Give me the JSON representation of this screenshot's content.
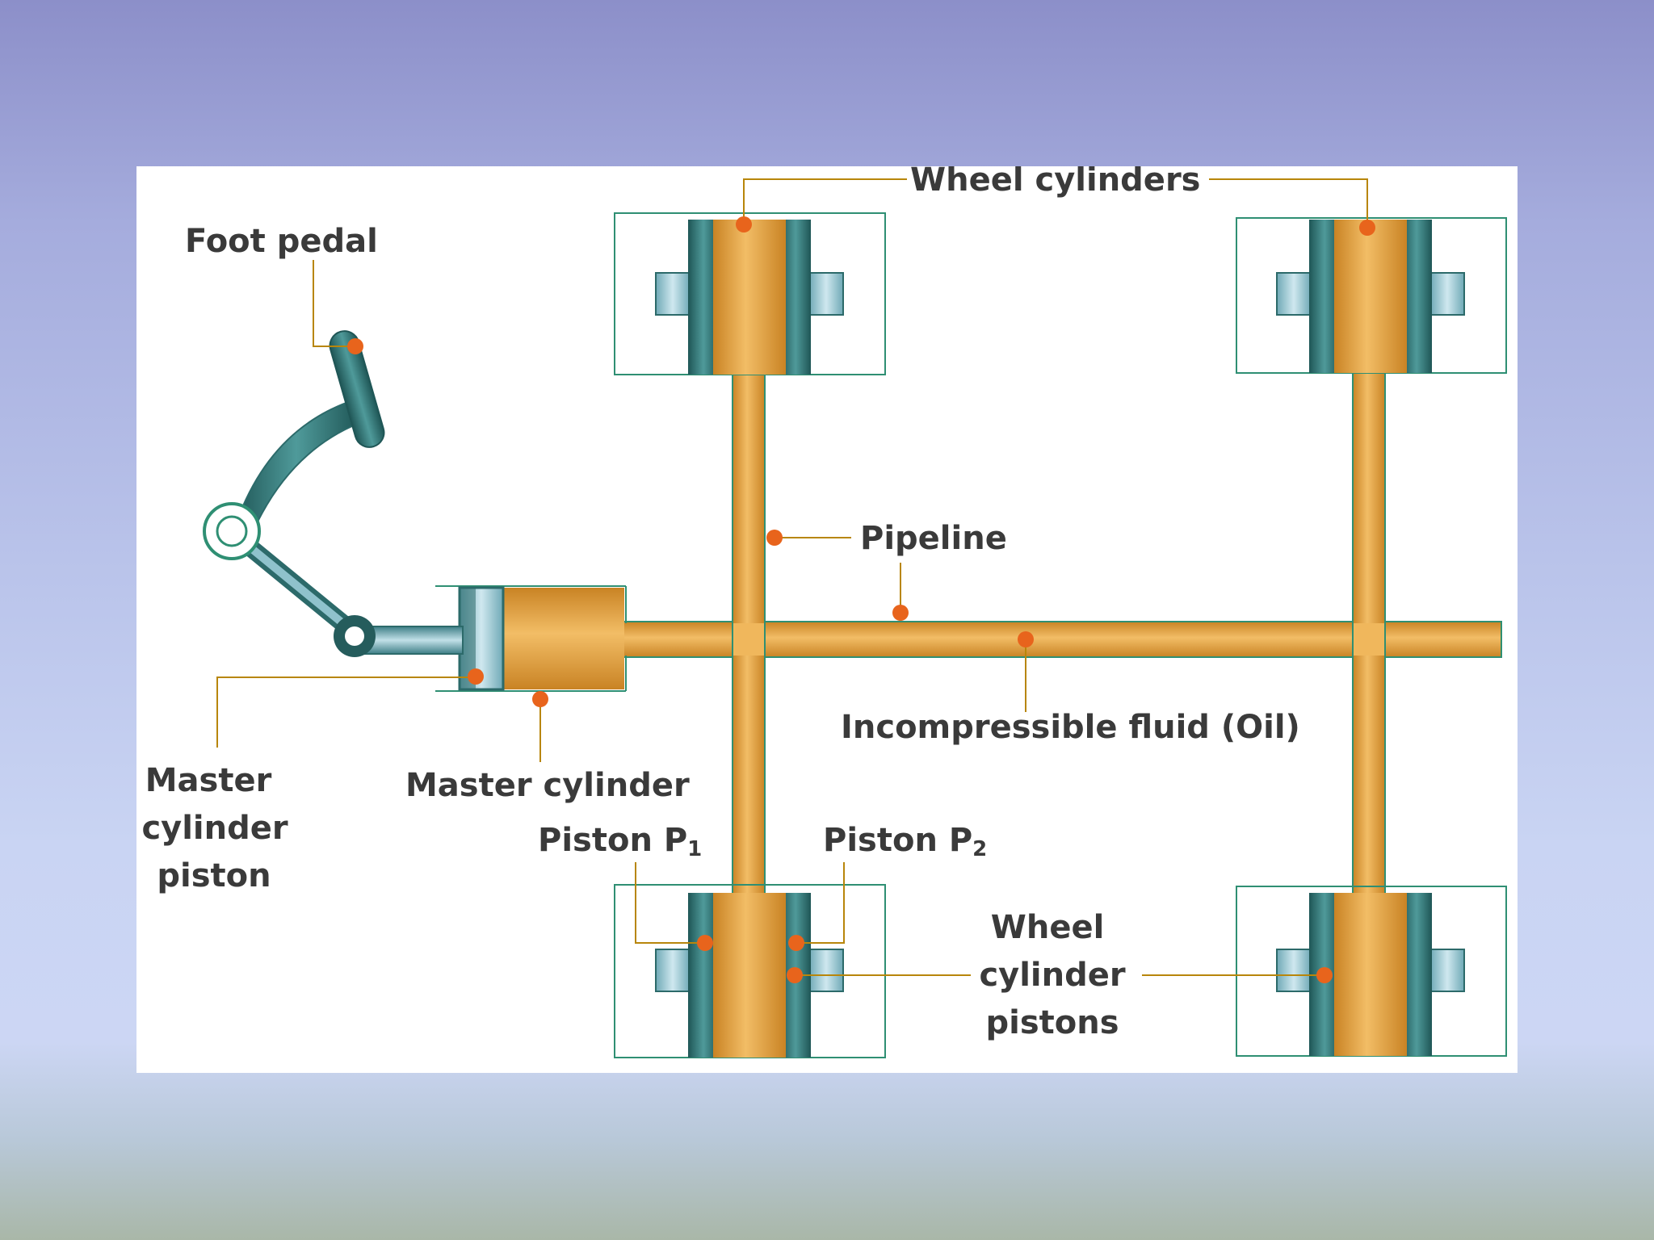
{
  "labels": {
    "foot_pedal": "Foot pedal",
    "wheel_cylinders": "Wheel cylinders",
    "pipeline": "Pipeline",
    "incompressible_fluid": "Incompressible fluid (Oil)",
    "master_cylinder": "Master cylinder",
    "master_cylinder_piston": [
      "Master",
      "cylinder",
      "piston"
    ],
    "piston_p1": {
      "text": "Piston P",
      "subscript": "1"
    },
    "piston_p2": {
      "text": "Piston P",
      "subscript": "2"
    },
    "wheel_cylinder_pistons": [
      "Wheel",
      "cylinder",
      "pistons"
    ]
  },
  "colors": {
    "fluid": "#e9a745",
    "fluid_dark": "#c98324",
    "leader_line": "#b8860b",
    "marker": "#e8641c",
    "metal": "#2c6a6a",
    "metal_light": "#b7dbe6",
    "box_outline": "#2f8f73",
    "label_text": "#3a3a3a"
  }
}
